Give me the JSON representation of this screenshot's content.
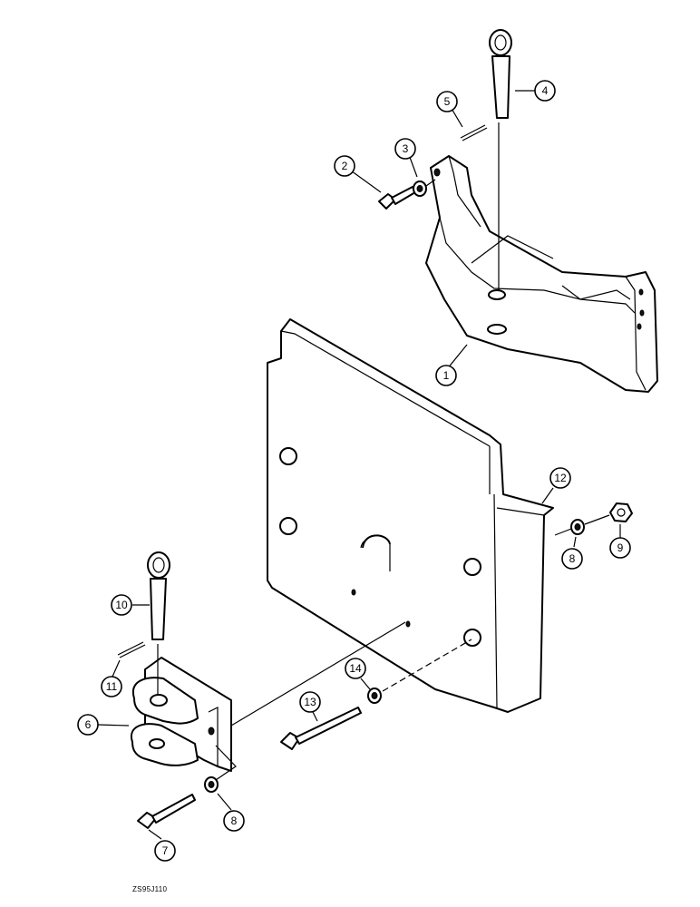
{
  "figure_code": "ZS95J110",
  "callouts": [
    "1",
    "2",
    "3",
    "4",
    "5",
    "6",
    "7",
    "8",
    "8",
    "9",
    "10",
    "11",
    "12",
    "13",
    "14"
  ]
}
